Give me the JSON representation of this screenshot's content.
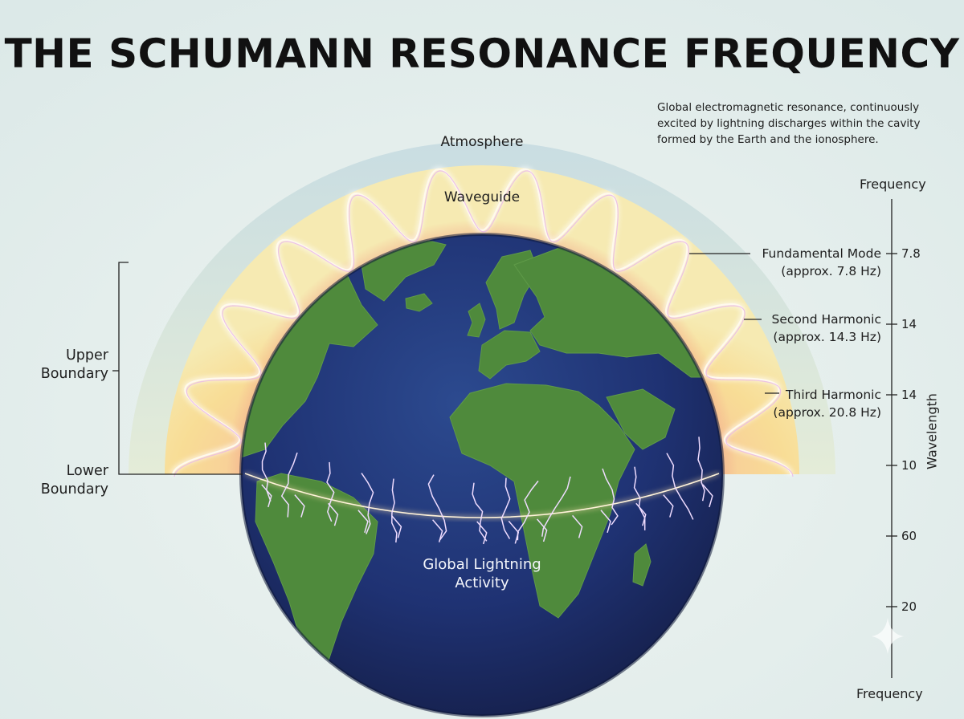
{
  "title": "THE SCHUMANN RESONANCE FREQUENCY",
  "description": {
    "line1": "Global electromagnetic resonance, continuously",
    "line2": "excited by lightning discharges within the cavity",
    "line3": "formed by the Earth and the ionosphere."
  },
  "layers": {
    "atmosphere": "Atmosphere",
    "waveguide": "Waveguide"
  },
  "boundaries": {
    "upper": {
      "line1": "Upper",
      "line2": "Boundary"
    },
    "lower": {
      "line1": "Lower",
      "line2": "Boundary"
    }
  },
  "modes": [
    {
      "name": "Fundamental Mode",
      "freq": "(approx. 7.8 Hz)"
    },
    {
      "name": "Second Harmonic",
      "freq": "(approx. 14.3 Hz)"
    },
    {
      "name": "Third Harmonic",
      "freq": "(approx. 20.8 Hz)"
    }
  ],
  "lightning": {
    "line1": "Global Lightning",
    "line2": "Activity"
  },
  "axis": {
    "top_label": "Frequency",
    "bottom_label": "Frequency",
    "side_label": "Wavelength",
    "ticks": [
      "7.8",
      "14",
      "14",
      "10",
      "60",
      "20"
    ]
  },
  "colors": {
    "background": "#e6f0ef",
    "atmosphere": "#cfe2e4",
    "waveguide": "#f7e0a0",
    "ocean": "#20306b",
    "land": "#4f8a3c",
    "lightning": "#e6c8ff"
  },
  "icons": {
    "sparkle": "sparkle-icon"
  }
}
